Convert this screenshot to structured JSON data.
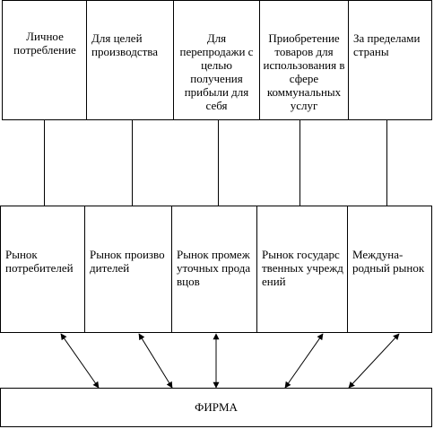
{
  "purposes": [
    {
      "label": "Личное потребление"
    },
    {
      "label": "Для целей производства"
    },
    {
      "label": "Для перепродажи с целью получения прибыли для себя"
    },
    {
      "label": "Приобретение товаров для использования в сфере коммунальных услуг"
    },
    {
      "label": "За пределами страны"
    }
  ],
  "markets": [
    {
      "label": "Рынок потребителей"
    },
    {
      "label": "Рынок производителей"
    },
    {
      "label": "Рынок промежуточных продавцов"
    },
    {
      "label": "Рынок государственных учреждений"
    },
    {
      "label": "Междуна-родный рынок"
    }
  ],
  "firm": {
    "label": "ФИРМА"
  }
}
